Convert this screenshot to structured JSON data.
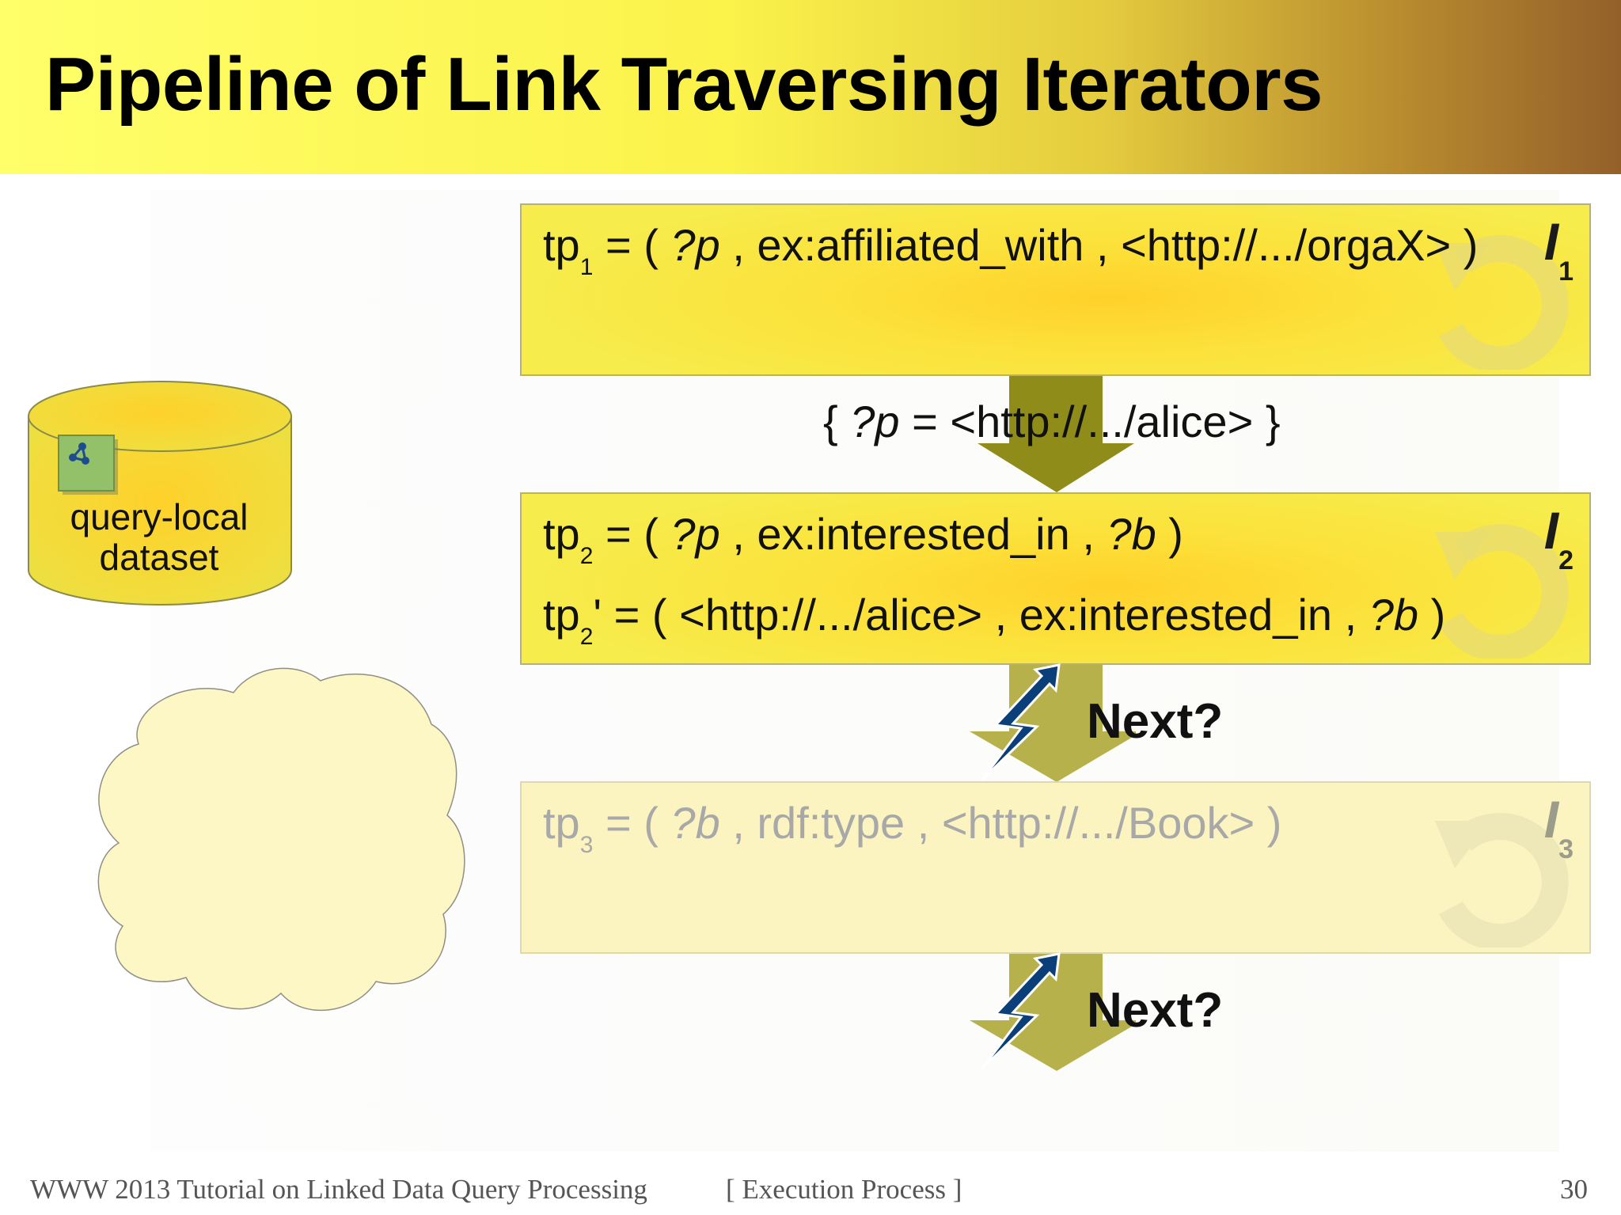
{
  "slide": {
    "title": "Pipeline of Link Traversing Iterators",
    "dataset": {
      "line1": "query-local",
      "line2": "dataset"
    },
    "iterators": [
      {
        "label": "I",
        "index": "1",
        "patterns": [
          {
            "prefix": "tp",
            "sub": "1",
            "mark": "",
            "text_a": " = ( ",
            "var1": "?p",
            "text_b": " , ex:affiliated_with , <http://.../orgaX> )",
            "var2": "",
            "text_c": ""
          }
        ]
      },
      {
        "label": "I",
        "index": "2",
        "patterns": [
          {
            "prefix": "tp",
            "sub": "2",
            "mark": "",
            "text_a": " = ( ",
            "var1": "?p",
            "text_b": " , ex:interested_in , ",
            "var2": "?b",
            "text_c": " )"
          },
          {
            "prefix": "tp",
            "sub": "2",
            "mark": "'",
            "text_a": " = ( <http://.../alice> , ex:interested_in , ",
            "var1": "?b",
            "text_b": " )",
            "var2": "",
            "text_c": ""
          }
        ]
      },
      {
        "label": "I",
        "index": "3",
        "patterns": [
          {
            "prefix": "tp",
            "sub": "3",
            "mark": "",
            "text_a": " = ( ",
            "var1": "?b",
            "text_b": " , rdf:type , <http://.../Book> )",
            "var2": "",
            "text_c": ""
          }
        ]
      }
    ],
    "binding": {
      "open": "{ ",
      "var": "?p",
      "rest": " = <http://.../alice> }"
    },
    "next_label_1": "Next?",
    "next_label_2": "Next?"
  },
  "footer": {
    "left": "WWW 2013 Tutorial on Linked Data Query Processing",
    "middle": "[ Execution Process ]",
    "page": "30"
  },
  "colors": {
    "header_start": "#ffff6a",
    "header_end": "#93602a",
    "box_fill": "#ffd12a",
    "arrow_olive": "#8c8a16",
    "lightning_blue": "#0b3f7a"
  }
}
